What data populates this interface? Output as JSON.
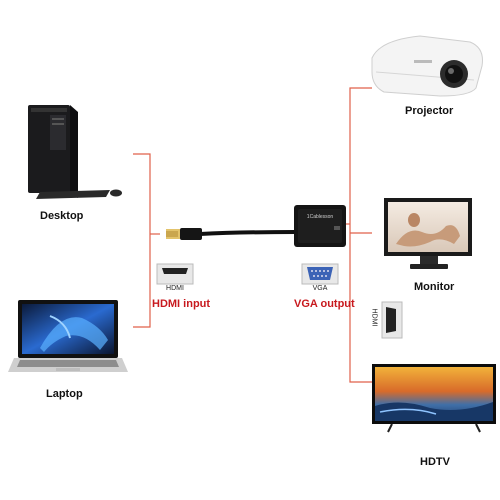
{
  "devices": {
    "desktop": "Desktop",
    "laptop": "Laptop",
    "projector": "Projector",
    "monitor": "Monitor",
    "hdtv": "HDTV"
  },
  "ports": {
    "hdmi_input_label": "HDMI input",
    "vga_output_label": "VGA output",
    "hdmi_small": "HDMI",
    "vga_small": "VGA"
  },
  "adapter": {
    "brand": "1Cablesson"
  },
  "colors": {
    "bracket_line": "#e0604a",
    "label_red": "#c8191e"
  }
}
